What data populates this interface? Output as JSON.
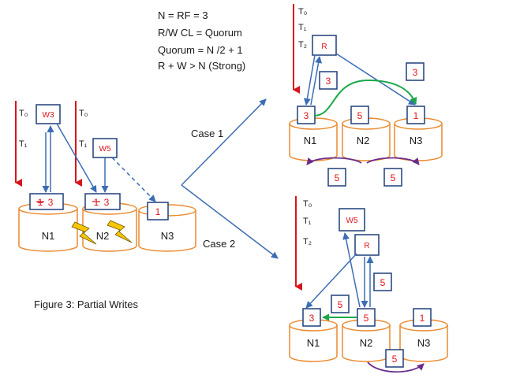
{
  "params": [
    "N = RF = 3",
    "R/W CL = Quorum",
    "Quorum = N /2 + 1",
    "R + W > N (Strong)"
  ],
  "caption": "Figure 3: Partial Writes",
  "cases": {
    "case1": "Case 1",
    "case2": "Case 2"
  },
  "time": {
    "t0": "T₀",
    "t1": "T₁",
    "t2": "T₂"
  },
  "nodes": {
    "n1": "N1",
    "n2": "N2",
    "n3": "N3"
  },
  "left": {
    "w3": "W3",
    "w5": "W5",
    "n1_old": "1",
    "n1_new": "3",
    "n2_old": "1",
    "n2_new": "3",
    "n3_val": "1"
  },
  "case1": {
    "r": "R",
    "n1_val": "3",
    "n2_val": "5",
    "n3_val": "1",
    "label_up": "3",
    "label_right": "3",
    "label_bl": "5",
    "label_br": "5"
  },
  "case2": {
    "w5": "W5",
    "r": "R",
    "n1_val": "3",
    "n2_val": "5",
    "n3_val": "1",
    "label_mid": "5",
    "label_right": "5",
    "label_bottom": "5"
  },
  "colors": {
    "arrow_blue": "#3c6db4",
    "time_red": "#d8141c",
    "cylinder": "#ea8a2e",
    "green": "#1aa84a",
    "purple": "#6a2c8c",
    "box_blue": "#1f3e7a",
    "bolt_yellow": "#f7c600"
  }
}
